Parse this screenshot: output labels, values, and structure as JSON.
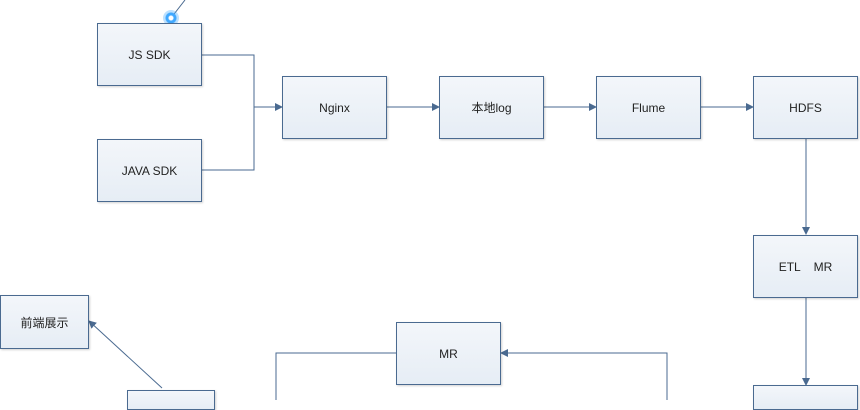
{
  "diagram": {
    "nodes": {
      "js_sdk": "JS SDK",
      "java_sdk": "JAVA SDK",
      "nginx": "Nginx",
      "local_log": "本地log",
      "flume": "Flume",
      "hdfs": "HDFS",
      "etl_mr": "ETL    MR",
      "mr": "MR",
      "frontend": "前端展示"
    },
    "colors": {
      "edge": "#4a6a90",
      "node_border": "#4a6a90"
    }
  }
}
